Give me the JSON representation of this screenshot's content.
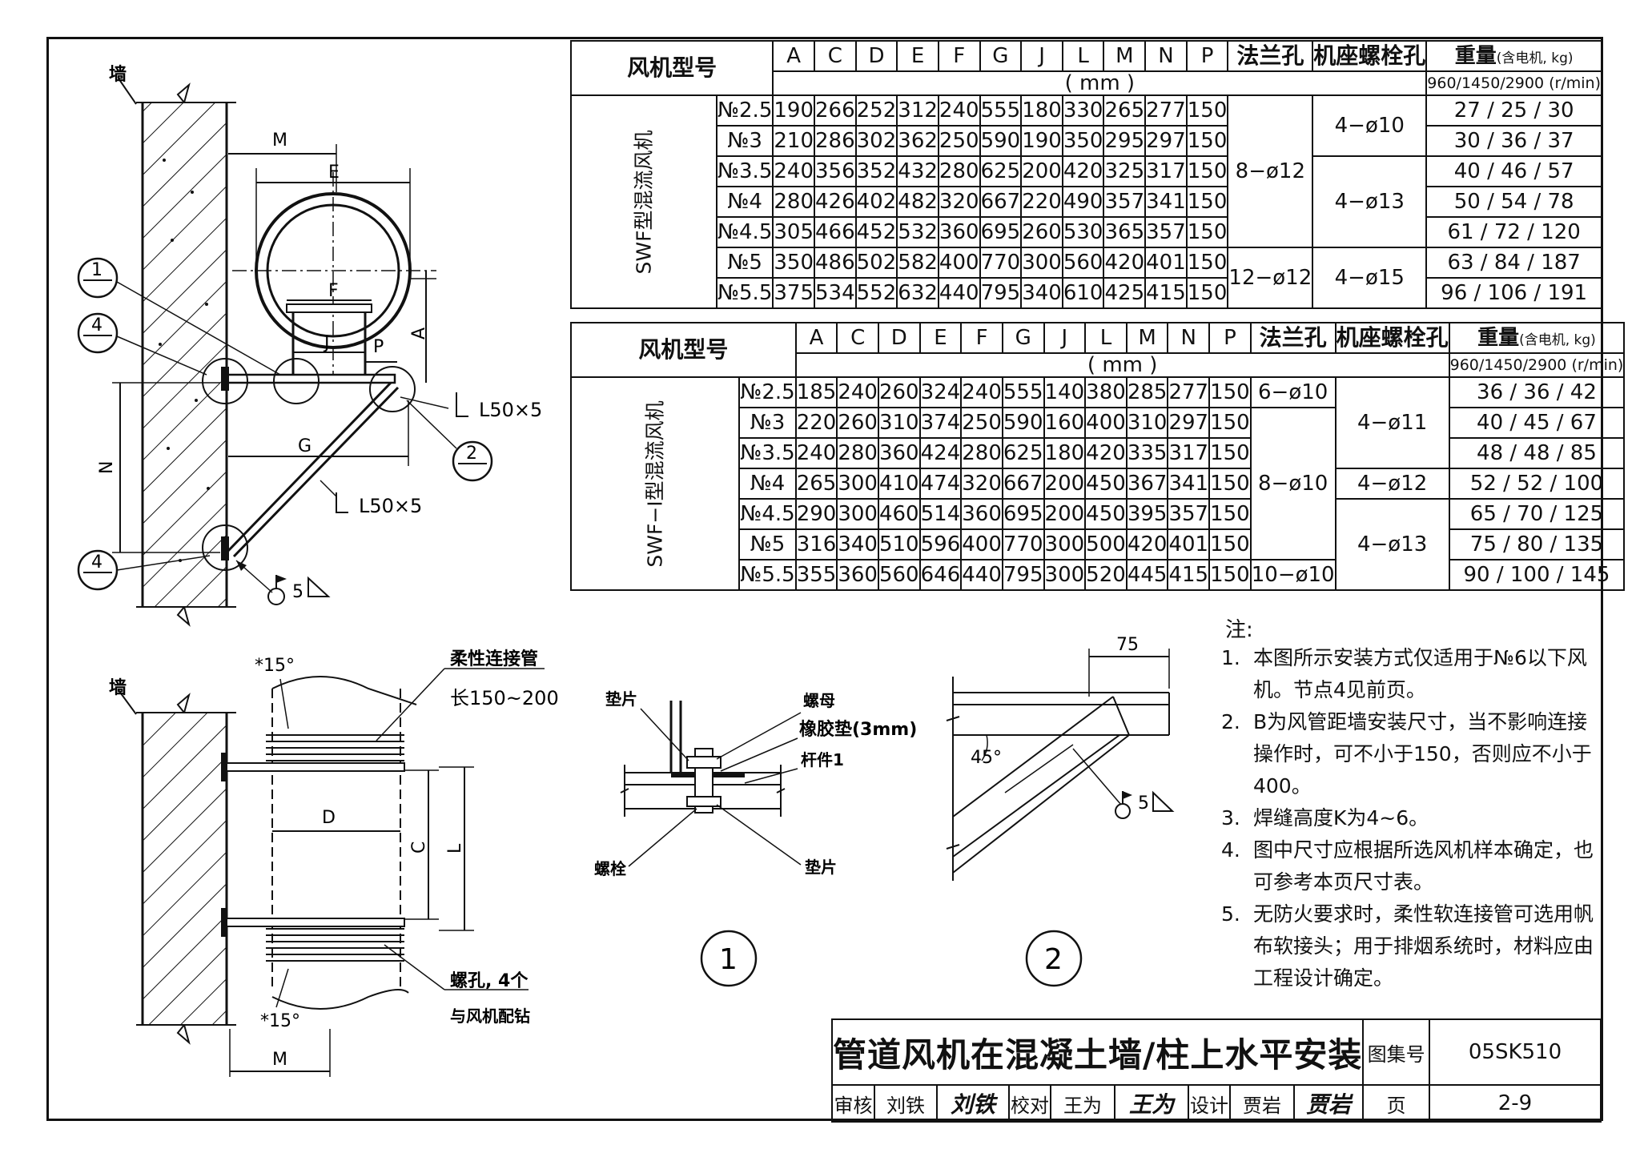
{
  "table1": {
    "model_header": "风机型号",
    "dims": [
      "A",
      "C",
      "D",
      "E",
      "F",
      "G",
      "J",
      "L",
      "M",
      "N",
      "P"
    ],
    "flange_header": "法兰孔",
    "base_header": "机座螺栓孔",
    "weight_header": "重量",
    "weight_note": "(含电机, kg)",
    "unit": "( mm )",
    "speed": "960/1450/2900 (r/min)",
    "series": "SWF型混流风机",
    "rows": [
      {
        "model": "№2.5",
        "vals": [
          "190",
          "266",
          "252",
          "312",
          "240",
          "555",
          "180",
          "330",
          "265",
          "277",
          "150"
        ],
        "weight": "27 / 25 / 30"
      },
      {
        "model": "№3",
        "vals": [
          "210",
          "286",
          "302",
          "362",
          "250",
          "590",
          "190",
          "350",
          "295",
          "297",
          "150"
        ],
        "weight": "30 / 36 / 37"
      },
      {
        "model": "№3.5",
        "vals": [
          "240",
          "356",
          "352",
          "432",
          "280",
          "625",
          "200",
          "420",
          "325",
          "317",
          "150"
        ],
        "weight": "40 / 46 / 57"
      },
      {
        "model": "№4",
        "vals": [
          "280",
          "426",
          "402",
          "482",
          "320",
          "667",
          "220",
          "490",
          "357",
          "341",
          "150"
        ],
        "weight": "50 / 54 / 78"
      },
      {
        "model": "№4.5",
        "vals": [
          "305",
          "466",
          "452",
          "532",
          "360",
          "695",
          "260",
          "530",
          "365",
          "357",
          "150"
        ],
        "weight": "61 / 72 / 120"
      },
      {
        "model": "№5",
        "vals": [
          "350",
          "486",
          "502",
          "582",
          "400",
          "770",
          "300",
          "560",
          "420",
          "401",
          "150"
        ],
        "weight": "63 / 84 / 187"
      },
      {
        "model": "№5.5",
        "vals": [
          "375",
          "534",
          "552",
          "632",
          "440",
          "795",
          "340",
          "610",
          "425",
          "415",
          "150"
        ],
        "weight": "96 / 106 / 191"
      }
    ],
    "flange": [
      {
        "text": "8−ø12",
        "rowspan": 5
      },
      {
        "text": "12−ø12",
        "rowspan": 2
      }
    ],
    "base": [
      {
        "text": "4−ø10",
        "rowspan": 2
      },
      {
        "text": "4−ø13",
        "rowspan": 3
      },
      {
        "text": "4−ø15",
        "rowspan": 2
      }
    ]
  },
  "table2": {
    "model_header": "风机型号",
    "dims": [
      "A",
      "C",
      "D",
      "E",
      "F",
      "G",
      "J",
      "L",
      "M",
      "N",
      "P"
    ],
    "flange_header": "法兰孔",
    "base_header": "机座螺栓孔",
    "weight_header": "重量",
    "weight_note": "(含电机, kg)",
    "unit": "( mm )",
    "speed": "960/1450/2900 (r/min)",
    "series": "SWF−Ⅰ型混流风机",
    "rows": [
      {
        "model": "№2.5",
        "vals": [
          "185",
          "240",
          "260",
          "324",
          "240",
          "555",
          "140",
          "380",
          "285",
          "277",
          "150"
        ],
        "weight": "36 / 36 / 42"
      },
      {
        "model": "№3",
        "vals": [
          "220",
          "260",
          "310",
          "374",
          "250",
          "590",
          "160",
          "400",
          "310",
          "297",
          "150"
        ],
        "weight": "40 / 45 / 67"
      },
      {
        "model": "№3.5",
        "vals": [
          "240",
          "280",
          "360",
          "424",
          "280",
          "625",
          "180",
          "420",
          "335",
          "317",
          "150"
        ],
        "weight": "48 / 48 / 85"
      },
      {
        "model": "№4",
        "vals": [
          "265",
          "300",
          "410",
          "474",
          "320",
          "667",
          "200",
          "450",
          "367",
          "341",
          "150"
        ],
        "weight": "52 / 52 / 100"
      },
      {
        "model": "№4.5",
        "vals": [
          "290",
          "300",
          "460",
          "514",
          "360",
          "695",
          "200",
          "450",
          "395",
          "357",
          "150"
        ],
        "weight": "65 / 70 / 125"
      },
      {
        "model": "№5",
        "vals": [
          "316",
          "340",
          "510",
          "596",
          "400",
          "770",
          "300",
          "500",
          "420",
          "401",
          "150"
        ],
        "weight": "75 / 80 / 135"
      },
      {
        "model": "№5.5",
        "vals": [
          "355",
          "360",
          "560",
          "646",
          "440",
          "795",
          "300",
          "520",
          "445",
          "415",
          "150"
        ],
        "weight": "90 / 100 / 145"
      }
    ],
    "flange": [
      {
        "text": "6−ø10",
        "rowspan": 1
      },
      {
        "text": "8−ø10",
        "rowspan": 5
      },
      {
        "text": "10−ø10",
        "rowspan": 1
      }
    ],
    "base": [
      {
        "text": "4−ø11",
        "rowspan": 3
      },
      {
        "text": "4−ø12",
        "rowspan": 1
      },
      {
        "text": "4−ø13",
        "rowspan": 3
      }
    ]
  },
  "drawing_top": {
    "wall": "墙",
    "dim_m": "M",
    "dim_e": "E",
    "dim_f": "F",
    "dim_j": "J",
    "dim_p": "P",
    "dim_a": "A",
    "dim_n": "N",
    "dim_g": "G",
    "angle_1": "L50×5",
    "angle_2": "L50×5",
    "callout_1": "1",
    "callout_2": "2",
    "callout_4a": "4",
    "callout_4b": "4",
    "weld_5": "5"
  },
  "drawing_bottom": {
    "wall": "墙",
    "angle_top": "*15°",
    "angle_bottom": "*15°",
    "flex_pipe": "柔性连接管",
    "flex_len": "长150~200",
    "dim_d": "D",
    "dim_c": "C",
    "dim_l": "L",
    "dim_m": "M",
    "bolt_holes": "螺孔, 4个",
    "drill_note": "与风机配钻"
  },
  "detail1": {
    "washer_top": "垫片",
    "nut": "螺母",
    "rubber_pad": "橡胶垫(3mm)",
    "member": "杆件1",
    "bolt": "螺栓",
    "washer_bottom": "垫片",
    "label": "1"
  },
  "detail2": {
    "dim_75": "75",
    "angle": "45°",
    "weld": "5",
    "label": "2"
  },
  "notes": {
    "title": "注:",
    "items": [
      {
        "num": "1.",
        "text": "本图所示安装方式仅适用于№6以下风机。节点4见前页。"
      },
      {
        "num": "2.",
        "text": "B为风管距墙安装尺寸，当不影响连接操作时，可不小于150，否则应不小于400。"
      },
      {
        "num": "3.",
        "text": "焊缝高度K为4~6。"
      },
      {
        "num": "4.",
        "text": "图中尺寸应根据所选风机样本确定，也可参考本页尺寸表。"
      },
      {
        "num": "5.",
        "text": "无防火要求时，柔性软连接管可选用帆布软接头；用于排烟系统时，材料应由工程设计确定。"
      }
    ]
  },
  "title_block": {
    "title": "管道风机在混凝土墙/柱上水平安装",
    "atlas_label": "图集号",
    "atlas_no": "05SK510",
    "review_label": "审核",
    "reviewer": "刘铁",
    "reviewer_sig": "刘铁",
    "check_label": "校对",
    "checker": "王为",
    "checker_sig": "王为",
    "design_label": "设计",
    "designer": "贾岩",
    "designer_sig": "贾岩",
    "page_label": "页",
    "page_no": "2-9"
  }
}
